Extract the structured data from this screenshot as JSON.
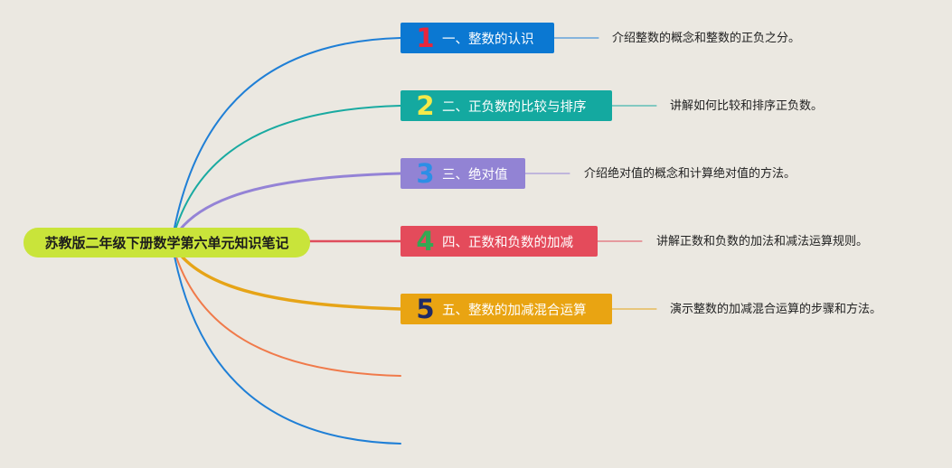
{
  "root": {
    "title": "苏教版二年级下册数学第六单元知识笔记",
    "color": "#c9e43a"
  },
  "branches": [
    {
      "number": "1",
      "title": "一、整数的认识",
      "description": "介绍整数的概念和整数的正负之分。",
      "color": "#0b78d2",
      "number_color": "#e8263b",
      "line_color": "#1f7fd6"
    },
    {
      "number": "2",
      "title": "二、正负数的比较与排序",
      "description": "讲解如何比较和排序正负数。",
      "color": "#14a9a0",
      "number_color": "#f3e94a",
      "line_color": "#19aaa1"
    },
    {
      "number": "3",
      "title": "三、绝对值",
      "description": "介绍绝对值的概念和计算绝对值的方法。",
      "color": "#9283d4",
      "number_color": "#2c8fe6",
      "line_color": "#9483d6"
    },
    {
      "number": "4",
      "title": "四、正数和负数的加减",
      "description": "讲解正数和负数的加法和减法运算规则。",
      "color": "#e44b5b",
      "number_color": "#34a853",
      "line_color": "#df4d5c"
    },
    {
      "number": "5",
      "title": "五、整数的加减混合运算",
      "description": "演示整数的加减混合运算的步骤和方法。",
      "color": "#e9a412",
      "number_color": "#1e2a66",
      "line_color": "#e6a417"
    }
  ],
  "extra_links": [
    {
      "color": "#f07a4a"
    },
    {
      "color": "#1f7fd6"
    }
  ]
}
